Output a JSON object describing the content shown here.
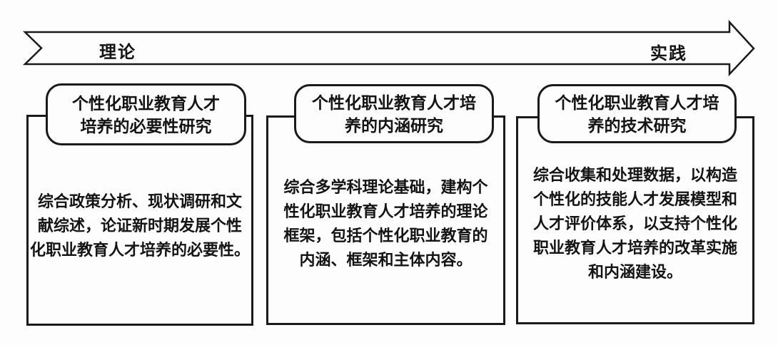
{
  "arrow": {
    "left_label": "理论",
    "right_label": "实践"
  },
  "boxes": [
    {
      "title": "个性化职业教育人才\n培养的必要性研究",
      "body": "综合政策分析、现状调研和文\n献综述，论证新时期发展个性\n化职业教育人才培养的必要性。"
    },
    {
      "title": "个性化职业教育人才培\n养的内涵研究",
      "body": "综合多学科理论基础，建构个\n性化职业教育人才培养的理论\n框架，包括个性化职业教育的\n内涵、框架和主体内容。"
    },
    {
      "title": "个性化职业教育人才培\n养的技术研究",
      "body": "综合收集和处理数据，以构造\n个性化的技能人才发展模型和\n人才评价体系，以支持个性化\n职业教育人才培养的改革实施\n和内涵建设。"
    }
  ],
  "colors": {
    "ink": "#1a1a1a",
    "paper": "#fdfdfd"
  }
}
